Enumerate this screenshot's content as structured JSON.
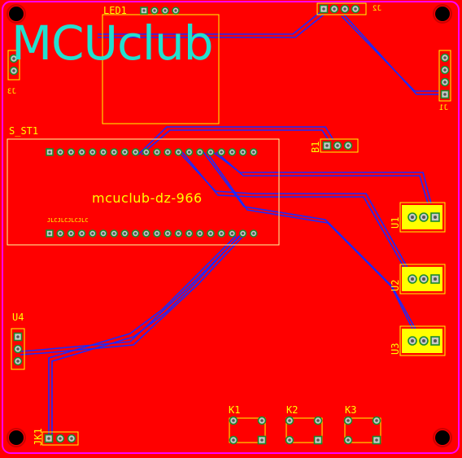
{
  "board": {
    "logo_text": "MCUclub",
    "title_text": "mcuclub-dz-966",
    "colors": {
      "copper": "#ff0000",
      "trace_blue": "#1a2aff",
      "silk": "#ffff00",
      "logo": "#22e0d0",
      "outline": "#ff00ff",
      "pad": "#c8c8c8"
    }
  },
  "designators": {
    "led1": "LED1",
    "s_st1": "S_ST1",
    "b1": "B1",
    "u1": "U1",
    "u2": "U2",
    "u3": "U3",
    "u4": "U4",
    "jk1": "JK1",
    "k1": "K1",
    "k2": "K2",
    "k3": "K3",
    "j_top": "J2",
    "j_right": "J1",
    "j_left": "J3"
  },
  "silk_notes": {
    "lcd_pins": "JLCJLCJLCJLC"
  }
}
